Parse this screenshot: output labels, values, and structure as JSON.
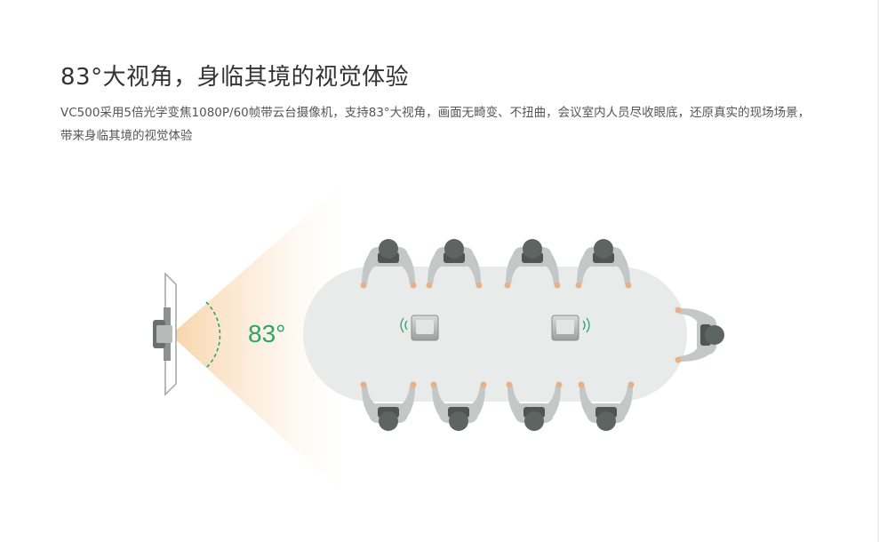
{
  "heading": {
    "title": "83°大视角，身临其境的视觉体验",
    "description_line1": "VC500采用5倍光学变焦1080P/60帧带云台摄像机，支持83°大视角，画面无畸变、不扭曲，会议室内人员尽收眼底，还原真实的现场场景，",
    "description_line2": "带来身临其境的视觉体验"
  },
  "diagram": {
    "angle_label": "83°",
    "colors": {
      "accent_green": "#2fa36b",
      "cone": "#f6c48a",
      "table": "#e9ebea",
      "person_body": "#c3c8c7",
      "person_head": "#5e6462",
      "hand": "#e8b089"
    },
    "icons": [
      "camera-icon",
      "microphone-icon",
      "person-icon"
    ]
  }
}
